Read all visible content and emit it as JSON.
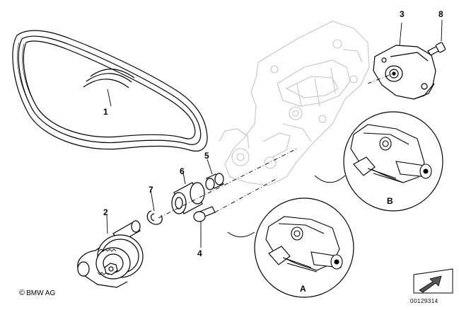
{
  "callouts": {
    "belt": "1",
    "tensioner": "2",
    "idler_pulley": "3",
    "bolt_small": "4",
    "sleeve": "5",
    "bushing": "6",
    "clip": "7",
    "bolt_top": "8",
    "detail_a": "A",
    "detail_b": "B"
  },
  "footer": {
    "copyright_symbol": "©",
    "copyright_text": "BMW AG",
    "doc_number": "00129314"
  },
  "colors": {
    "line": "#000000",
    "ghost_line": "#bfbfbf",
    "fill": "#ffffff",
    "nav_fill": "#555555"
  },
  "icons": [
    "arrow-nav-icon"
  ]
}
